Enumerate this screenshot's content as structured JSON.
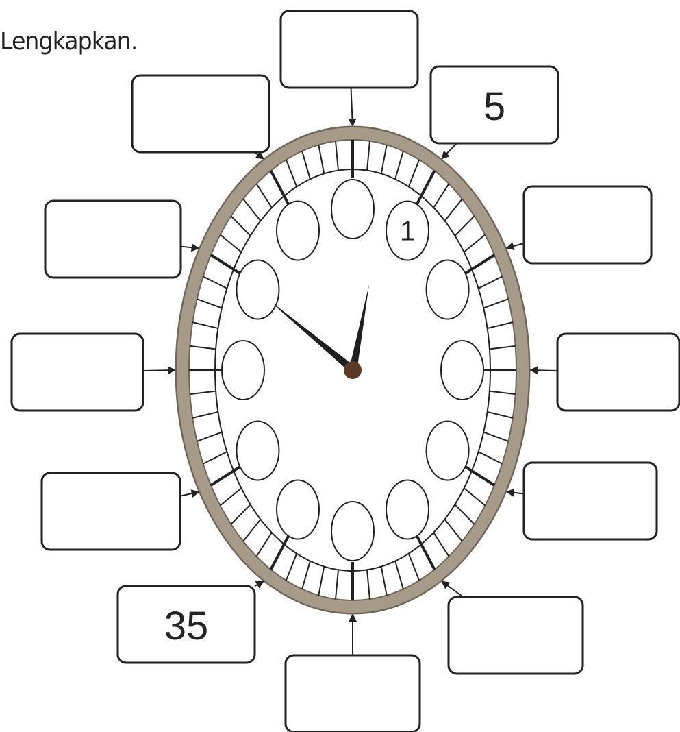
{
  "instruction": "Lengkapkan.",
  "minute_boxes": [
    {
      "id": "box-00",
      "value": ""
    },
    {
      "id": "box-05",
      "value": "5"
    },
    {
      "id": "box-10",
      "value": ""
    },
    {
      "id": "box-15",
      "value": ""
    },
    {
      "id": "box-20",
      "value": ""
    },
    {
      "id": "box-25",
      "value": ""
    },
    {
      "id": "box-30",
      "value": ""
    },
    {
      "id": "box-35",
      "value": "35"
    },
    {
      "id": "box-40",
      "value": ""
    },
    {
      "id": "box-45",
      "value": ""
    },
    {
      "id": "box-50",
      "value": ""
    },
    {
      "id": "box-55",
      "value": ""
    }
  ],
  "hour_circles": [
    {
      "id": "hour-12",
      "value": ""
    },
    {
      "id": "hour-1",
      "value": "1"
    },
    {
      "id": "hour-2",
      "value": ""
    },
    {
      "id": "hour-3",
      "value": ""
    },
    {
      "id": "hour-4",
      "value": ""
    },
    {
      "id": "hour-5",
      "value": ""
    },
    {
      "id": "hour-6",
      "value": ""
    },
    {
      "id": "hour-7",
      "value": ""
    },
    {
      "id": "hour-8",
      "value": ""
    },
    {
      "id": "hour-9",
      "value": ""
    },
    {
      "id": "hour-10",
      "value": ""
    },
    {
      "id": "hour-11",
      "value": ""
    }
  ],
  "colors": {
    "rim": "#a69a89",
    "rim_edge": "#6f655a",
    "ink": "#222222",
    "hand": "#1f1f1f",
    "pivot": "#5a3a24"
  }
}
